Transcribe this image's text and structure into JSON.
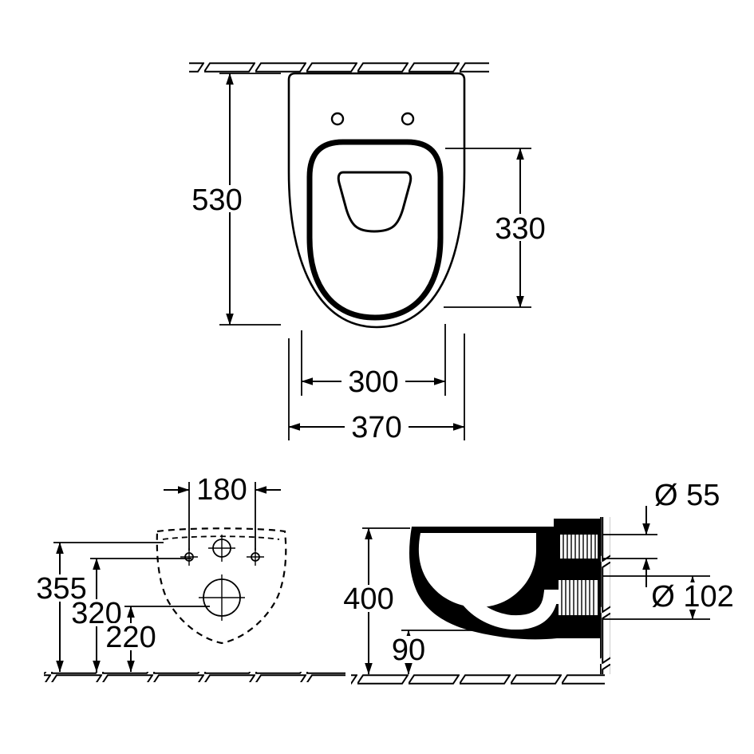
{
  "drawing": {
    "colors": {
      "line": "#000000",
      "background": "#ffffff"
    },
    "views": {
      "plan": {
        "dims": {
          "overall_depth": "530",
          "seat_cutout_length": "330",
          "seat_cutout_width": "300",
          "overall_width": "370"
        }
      },
      "rear": {
        "dims": {
          "fixing_hole_spacing": "180",
          "heights": [
            "355",
            "320",
            "220"
          ]
        }
      },
      "side": {
        "dims": {
          "overall_height": "400",
          "underside_height": "90",
          "water_inlet_diameter": "Ø 55",
          "outlet_diameter": "Ø 102"
        }
      }
    }
  }
}
